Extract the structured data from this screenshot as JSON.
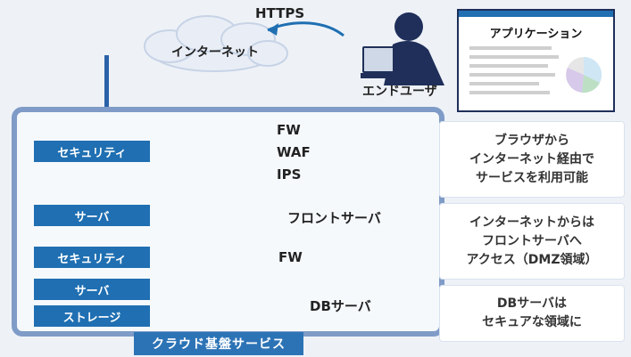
{
  "https_label": "HTTPS",
  "internet_label": "インターネット",
  "user_label": "エンドユーザ",
  "app_window_title": "アプリケーション",
  "cloud_label": "クラウド基盤サービス",
  "left_labels": {
    "security_top": "セキュリティ",
    "server_top": "サーバ",
    "security_mid": "セキュリティ",
    "server_bottom": "サーバ",
    "storage": "ストレージ"
  },
  "devices": {
    "fw_top": "FW",
    "waf": "WAF",
    "ips": "IPS",
    "front_server": "フロントサーバ",
    "fw_mid": "FW",
    "db_server": "DBサーバ"
  },
  "info_boxes": [
    {
      "text": "ブラウザから\nインターネット経由で\nサービスを利用可能"
    },
    {
      "text": "インターネットからは\nフロントサーバへ\nアクセス（DMZ領域）"
    },
    {
      "text": "DBサーバは\nセキュアな領域に"
    }
  ],
  "colors": {
    "accent": "#1f6fb2",
    "cloud_border": "#7f9bc7",
    "link_line": "#2a62a8"
  }
}
